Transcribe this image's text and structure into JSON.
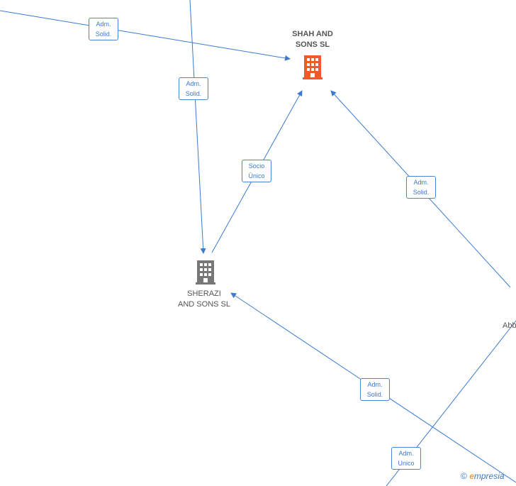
{
  "nodes": {
    "shah": {
      "line1": "SHAH AND",
      "line2": "SONS  SL"
    },
    "sherazi": {
      "line1": "SHERAZI",
      "line2": "AND SONS  SL"
    },
    "abb_partial": {
      "line1": "Abb"
    }
  },
  "edges": [
    {
      "line1": "Adm.",
      "line2": "Solid."
    },
    {
      "line1": "Adm.",
      "line2": "Solid."
    },
    {
      "line1": "Socio",
      "line2": "Único"
    },
    {
      "line1": "Adm.",
      "line2": "Solid."
    },
    {
      "line1": "Adm.",
      "line2": "Solid."
    },
    {
      "line1": "Adm.",
      "line2": "Unico"
    }
  ],
  "watermark": {
    "copyright": "©",
    "brand_first": "e",
    "brand_rest": "mpresia"
  },
  "colors": {
    "edge": "#3b7bcc",
    "main_building": "#f05a28",
    "other_building": "#777777"
  },
  "icons": {
    "company": "building-icon"
  }
}
